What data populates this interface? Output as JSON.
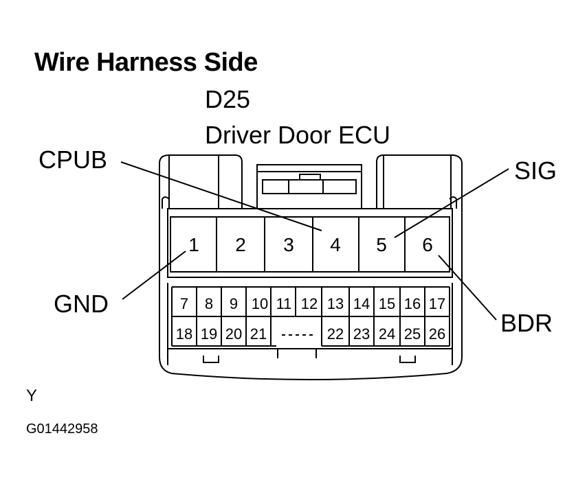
{
  "title": "Wire Harness Side",
  "connector": {
    "id": "D25",
    "name": "Driver Door ECU",
    "top_pins": [
      "1",
      "2",
      "3",
      "4",
      "5",
      "6"
    ],
    "bottom_row1": [
      "7",
      "8",
      "9",
      "10",
      "11",
      "12",
      "13",
      "14",
      "15",
      "16",
      "17"
    ],
    "bottom_row2_left": [
      "18",
      "19",
      "20",
      "21"
    ],
    "bottom_row2_right": [
      "22",
      "23",
      "24",
      "25",
      "26"
    ]
  },
  "labels": {
    "cpub": "CPUB",
    "sig": "SIG",
    "gnd": "GND",
    "bdr": "BDR"
  },
  "footer": {
    "color_code": "Y",
    "figure_id": "G01442958"
  }
}
